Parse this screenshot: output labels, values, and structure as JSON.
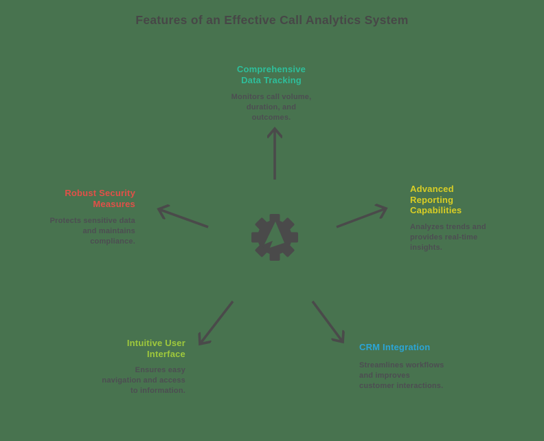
{
  "title": "Features of an Effective Call Analytics System",
  "center_icon": "gear-icon",
  "colors": {
    "background": "#48734F",
    "title": "#474747",
    "body_text": "#4D4D52",
    "arrow": "#4A4A4A"
  },
  "features": [
    {
      "id": "comprehensive-data-tracking",
      "heading": "Comprehensive Data Tracking",
      "heading_lines": [
        "Comprehensive",
        "Data Tracking"
      ],
      "description": "Monitors call volume, duration, and outcomes.",
      "description_lines": [
        "Monitors call volume,",
        "duration, and",
        "outcomes."
      ],
      "color": "#2EBE9B"
    },
    {
      "id": "robust-security-measures",
      "heading": "Robust Security Measures",
      "heading_lines": [
        "Robust Security",
        "Measures"
      ],
      "description": "Protects sensitive data and maintains compliance.",
      "description_lines": [
        "Protects sensitive data",
        "and maintains",
        "compliance."
      ],
      "color": "#E25048"
    },
    {
      "id": "advanced-reporting-capabilities",
      "heading": "Advanced Reporting Capabilities",
      "heading_lines": [
        "Advanced",
        "Reporting",
        "Capabilities"
      ],
      "description": "Analyzes trends and provides real-time insights.",
      "description_lines": [
        "Analyzes trends and",
        "provides real-time",
        "insights."
      ],
      "color": "#D9CE25"
    },
    {
      "id": "intuitive-user-interface",
      "heading": "Intuitive User Interface",
      "heading_lines": [
        "Intuitive User",
        "Interface"
      ],
      "description": "Ensures easy navigation and access to information.",
      "description_lines": [
        "Ensures easy",
        "navigation and access",
        "to information."
      ],
      "color": "#9FC93C"
    },
    {
      "id": "crm-integration",
      "heading": "CRM Integration",
      "heading_lines": [
        "CRM Integration"
      ],
      "description": "Streamlines workflows and improves customer interactions.",
      "description_lines": [
        "Streamlines workflows",
        "and improves",
        "customer interactions."
      ],
      "color": "#2BA5D6"
    }
  ]
}
